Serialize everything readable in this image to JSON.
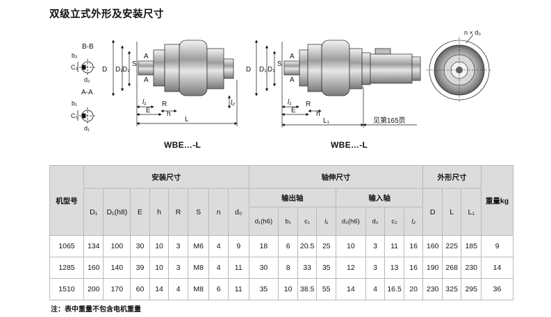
{
  "title": "双级立式外形及安装尺寸",
  "figures": {
    "left_caption": "WBE…-L",
    "middle_caption": "WBE…-L",
    "section_bb": "B-B",
    "section_aa": "A-A",
    "labels_left": {
      "b2": "b₂",
      "C2": "C₂",
      "d2": "d₂",
      "b1": "b₁",
      "C1": "C₁",
      "d1": "d₁",
      "D": "D",
      "D1": "D₁",
      "D2": "D₂",
      "S": "S",
      "A": "A",
      "l1": "l₁",
      "E": "E",
      "R": "R",
      "h": "h",
      "L": "L",
      "l2": "l₂"
    },
    "labels_mid": {
      "D": "D",
      "D1": "D₁",
      "D2": "D₂",
      "S": "S",
      "A": "A",
      "l1": "l₁",
      "E": "E",
      "R": "R",
      "h": "h",
      "L1": "L₁"
    },
    "see_page": "见第165页",
    "n_d0": "n × d₀"
  },
  "table": {
    "model_header": "机型号",
    "install_header": "安装尺寸",
    "shaft_header": "轴伸尺寸",
    "outline_header": "外形尺寸",
    "weight_header": "重量kg",
    "output_shaft": "输出轴",
    "input_shaft": "输入轴",
    "columns_install": [
      "D₁",
      "D₁(h8)",
      "E",
      "h",
      "R",
      "S",
      "n",
      "d₀"
    ],
    "columns_output": [
      "d₁(h6)",
      "b₁",
      "c₁",
      "l₁"
    ],
    "columns_input": [
      "d₂(h6)",
      "d₂",
      "c₂",
      "l₂"
    ],
    "columns_outline": [
      "D",
      "L",
      "L₁"
    ],
    "rows": [
      {
        "model": "1065",
        "cells": [
          "134",
          "100",
          "30",
          "10",
          "3",
          "M6",
          "4",
          "9",
          "18",
          "6",
          "20.5",
          "25",
          "10",
          "3",
          "11",
          "16",
          "160",
          "225",
          "185",
          "9"
        ]
      },
      {
        "model": "1285",
        "cells": [
          "160",
          "140",
          "39",
          "10",
          "3",
          "M8",
          "4",
          "11",
          "30",
          "8",
          "33",
          "35",
          "12",
          "3",
          "13",
          "16",
          "190",
          "268",
          "230",
          "14"
        ]
      },
      {
        "model": "1510",
        "cells": [
          "200",
          "170",
          "60",
          "14",
          "4",
          "M8",
          "6",
          "11",
          "35",
          "10",
          "38.5",
          "55",
          "14",
          "4",
          "16.5",
          "20",
          "230",
          "325",
          "295",
          "36"
        ]
      }
    ]
  },
  "note": "注：表中重量不包含电机重量"
}
